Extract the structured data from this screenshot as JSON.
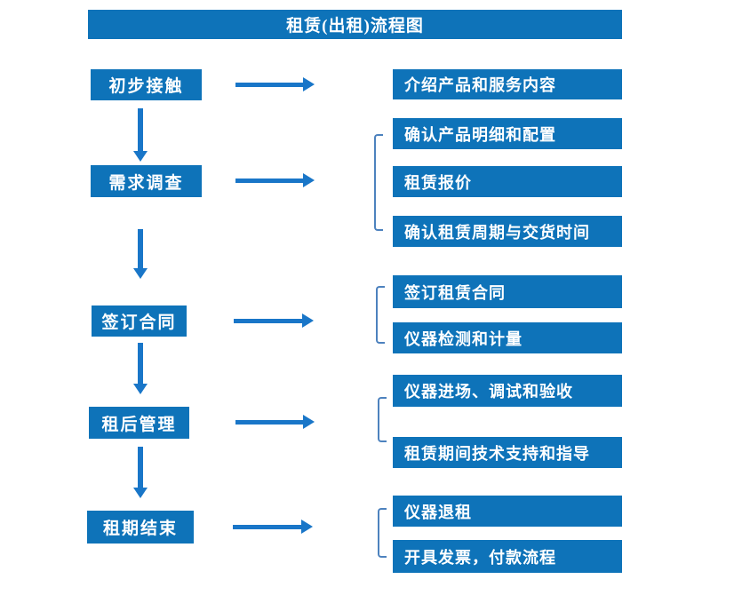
{
  "title": "租赁(出租)流程图",
  "colors": {
    "box_fill": "#0e73b9",
    "arrow": "#1976c8",
    "bracket": "#4d82be",
    "text": "#ffffff",
    "background": "#ffffff"
  },
  "stages": [
    {
      "label": "初步接触",
      "details": [
        "介绍产品和服务内容"
      ]
    },
    {
      "label": "需求调查",
      "details": [
        "确认产品明细和配置",
        "租赁报价",
        "确认租赁周期与交货时间"
      ]
    },
    {
      "label": "签订合同",
      "details": [
        "签订租赁合同",
        "仪器检测和计量"
      ]
    },
    {
      "label": "租后管理",
      "details": [
        "仪器进场、调试和验收",
        "租赁期间技术支持和指导"
      ]
    },
    {
      "label": "租期结束",
      "details": [
        "仪器退租",
        "开具发票，付款流程"
      ]
    }
  ]
}
